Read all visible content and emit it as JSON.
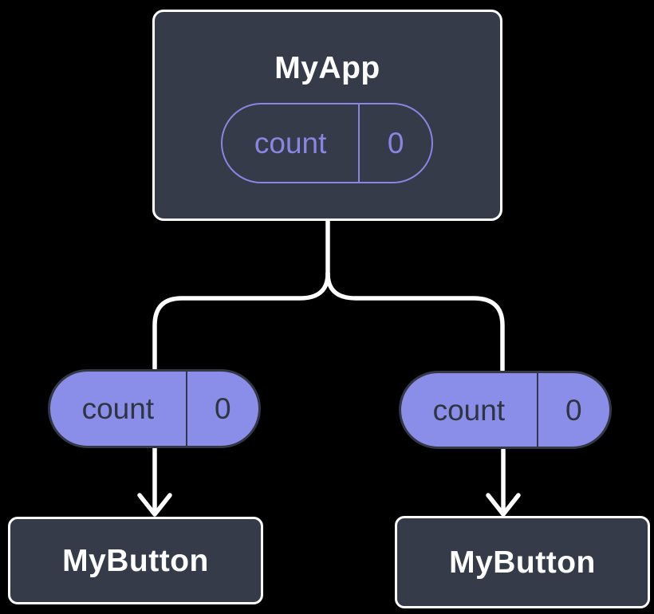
{
  "colors": {
    "background": "#000000",
    "node_fill": "#353b48",
    "node_border": "#ffffff",
    "title_text": "#ffffff",
    "connector": "#ffffff",
    "purple_fill": "#8a8ee8",
    "purple_outline": "#8886e2",
    "pill_dark_border": "#323845",
    "pill_dark_text": "#2e3440"
  },
  "root_node": {
    "title": "MyApp",
    "state_pill": {
      "label": "count",
      "value": "0"
    }
  },
  "children": [
    {
      "prop_pill": {
        "label": "count",
        "value": "0"
      },
      "node": {
        "title": "MyButton"
      }
    },
    {
      "prop_pill": {
        "label": "count",
        "value": "0"
      },
      "node": {
        "title": "MyButton"
      }
    }
  ]
}
